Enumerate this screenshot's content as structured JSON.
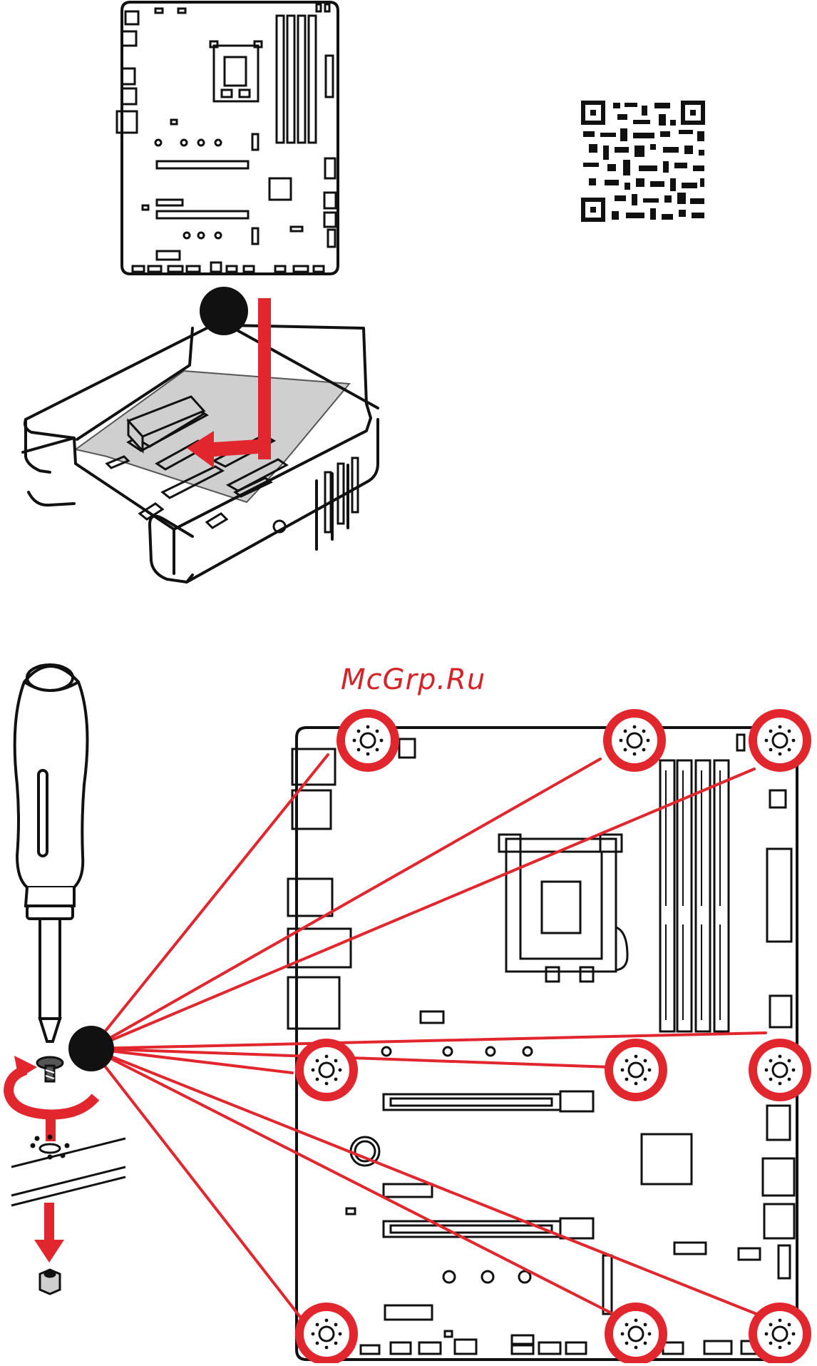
{
  "watermark": {
    "text": "McGrp.Ru"
  },
  "colors": {
    "accent": "#e2262d",
    "outline": "#111111",
    "tray": "#cfcfcf",
    "background": "#ffffff"
  },
  "icons": {
    "qr": "qr-code-icon",
    "step": "step-marker-dot",
    "screw": "screw-icon",
    "standoff": "standoff-icon",
    "screwdriver": "screwdriver-icon",
    "mounting_hole": "mounting-hole-icon"
  },
  "mounting_holes": {
    "count": 9
  }
}
